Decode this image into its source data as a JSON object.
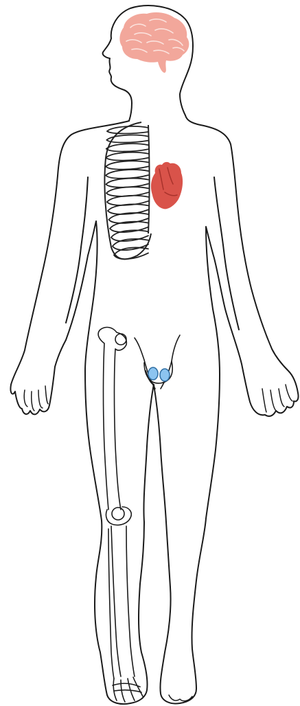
{
  "figure": {
    "subject": "human-body-anatomy-illustration",
    "colors": {
      "outline": "#1a1a1a",
      "skin": "#ffffff",
      "brain": "#f2a79b",
      "brain_folds": "#fbe3de",
      "heart": "#d9534a",
      "heart_detail": "#a8322b",
      "testes": "#8cc4f0",
      "testes_stroke": "#2f6ea3",
      "skeleton": "#222222"
    },
    "organs": [
      {
        "id": "brain",
        "icon": "brain-icon"
      },
      {
        "id": "heart",
        "icon": "heart-icon"
      },
      {
        "id": "rib-cage",
        "icon": "ribcage-icon"
      },
      {
        "id": "testes",
        "icon": "testes-icon"
      },
      {
        "id": "leg-bones",
        "icon": "bone-icon"
      }
    ]
  }
}
